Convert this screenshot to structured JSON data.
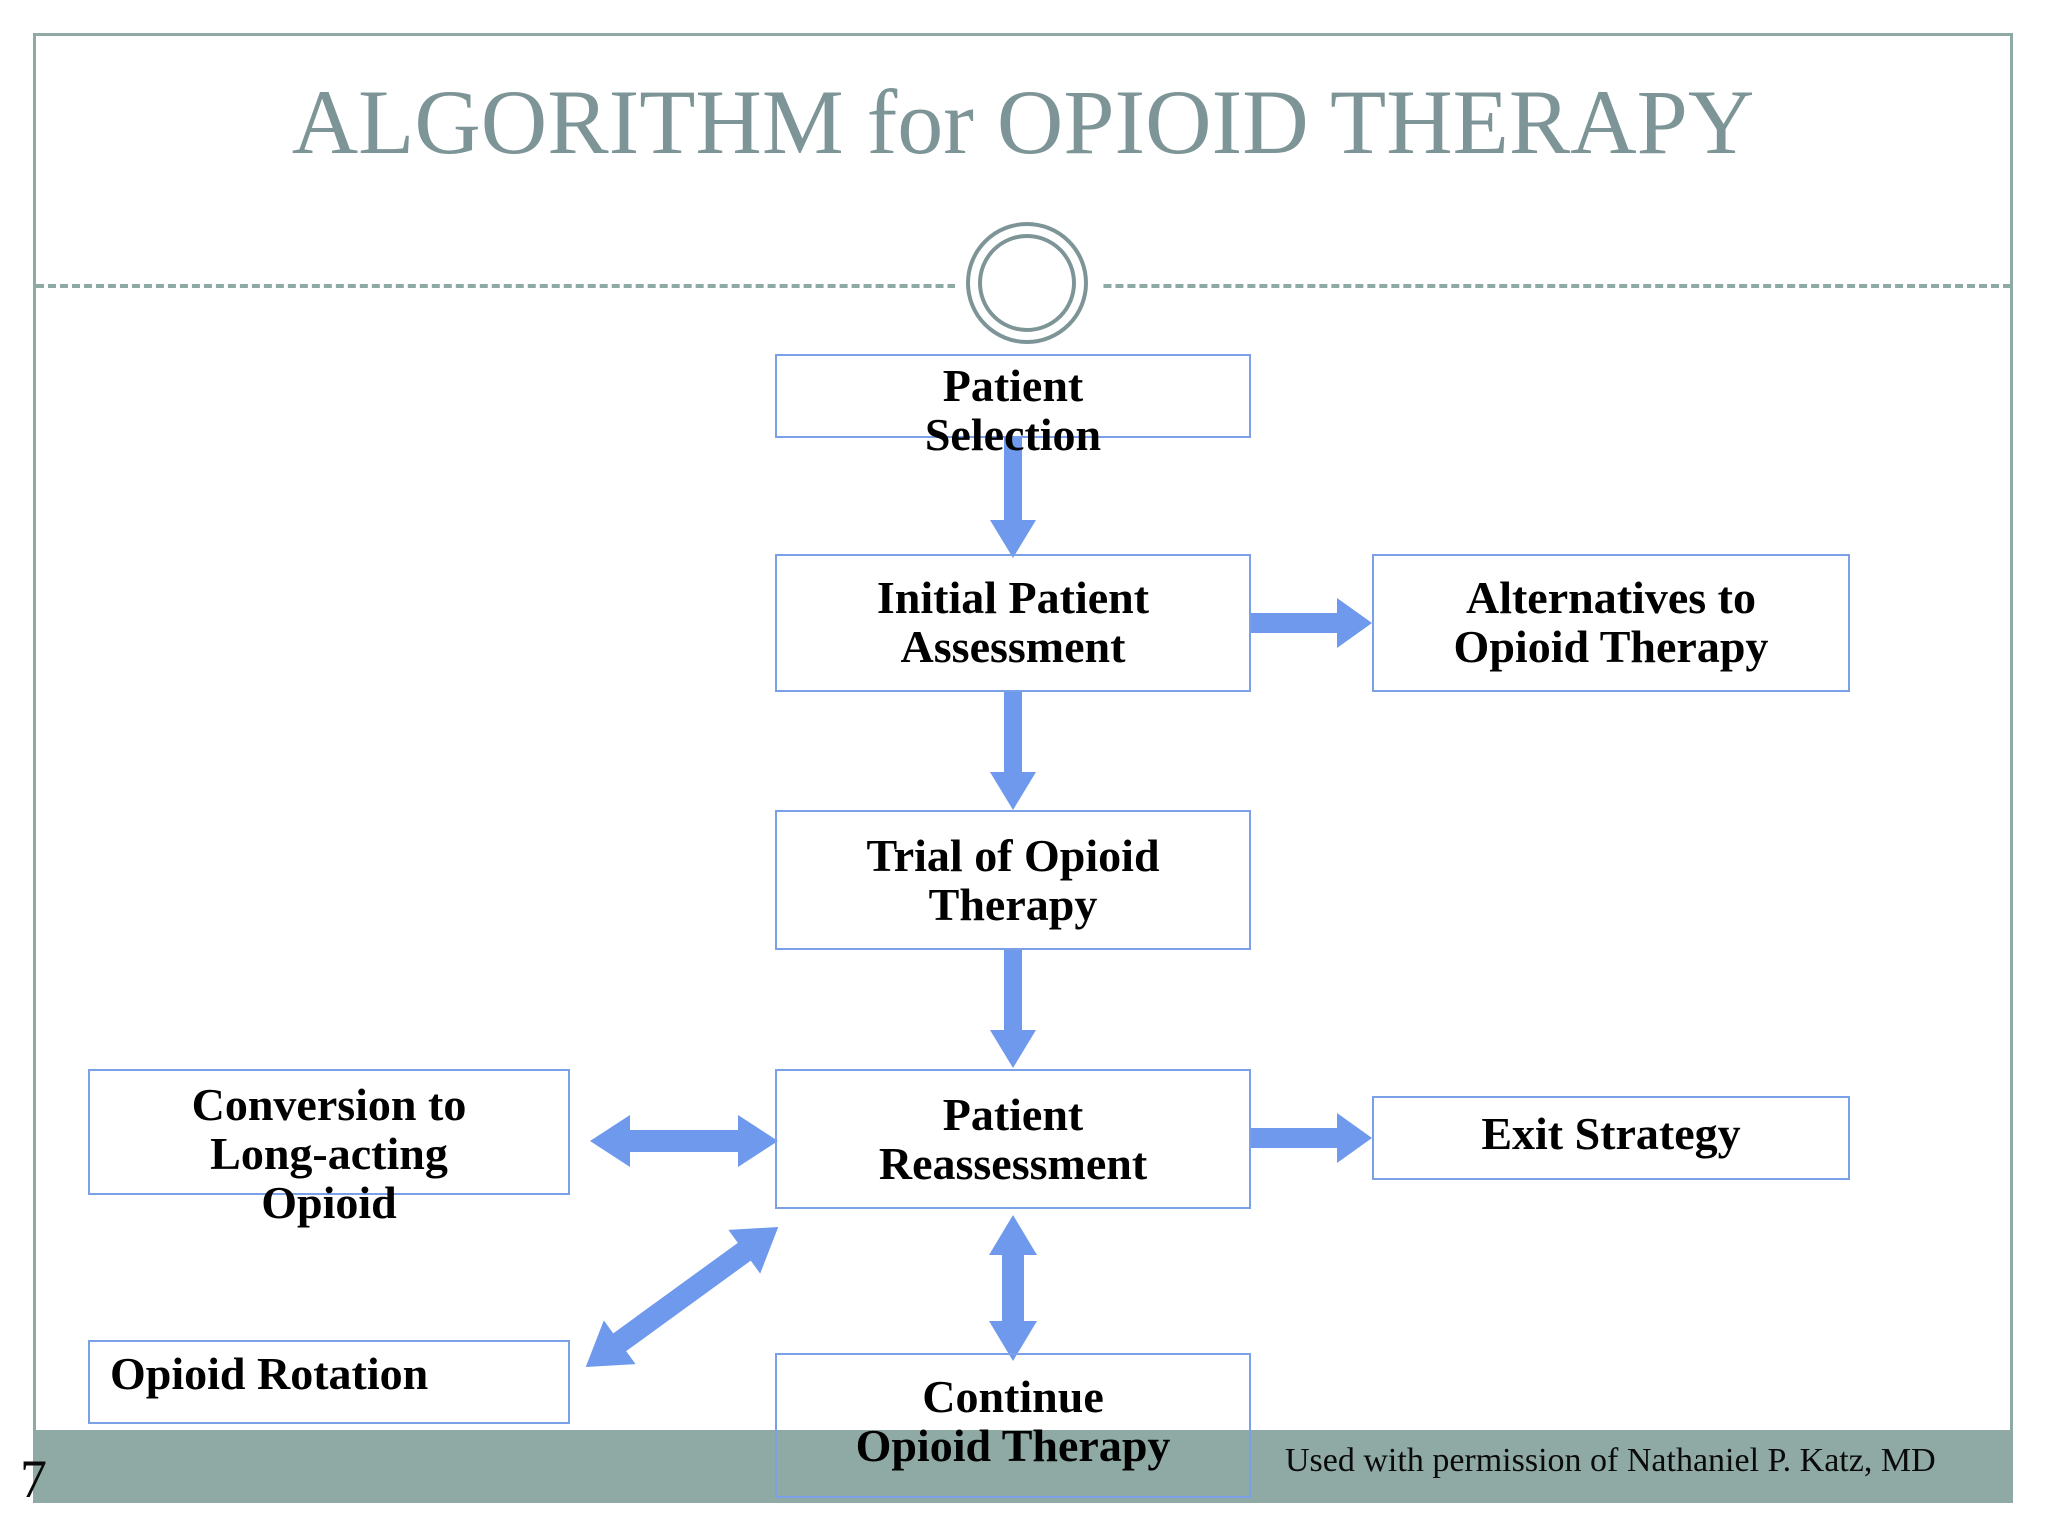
{
  "slide": {
    "title": "ALGORITHM for OPIOID THERAPY",
    "page_number": "7",
    "credit": "Used with permission of Nathaniel P. Katz, MD",
    "accent_color": "#7e9597",
    "footer_color": "#8fa9a4",
    "box_border_color": "#7aa0e8",
    "arrow_color": "#6e99ec"
  },
  "diagram": {
    "type": "flowchart",
    "nodes": [
      {
        "id": "patient-selection",
        "label": "Patient\nSelection"
      },
      {
        "id": "initial-assessment",
        "label": "Initial Patient\nAssessment"
      },
      {
        "id": "alternatives",
        "label": "Alternatives to\nOpioid Therapy"
      },
      {
        "id": "trial",
        "label": "Trial of Opioid\nTherapy"
      },
      {
        "id": "conversion",
        "label": "Conversion to\nLong-acting\nOpioid"
      },
      {
        "id": "reassessment",
        "label": "Patient\nReassessment"
      },
      {
        "id": "exit",
        "label": "Exit Strategy"
      },
      {
        "id": "rotation",
        "label": "Opioid Rotation"
      },
      {
        "id": "continue",
        "label": "Continue\nOpioid Therapy"
      }
    ],
    "edges": [
      {
        "from": "patient-selection",
        "to": "initial-assessment",
        "style": "single-down"
      },
      {
        "from": "initial-assessment",
        "to": "alternatives",
        "style": "single-right"
      },
      {
        "from": "initial-assessment",
        "to": "trial",
        "style": "single-down"
      },
      {
        "from": "trial",
        "to": "reassessment",
        "style": "single-down"
      },
      {
        "from": "conversion",
        "to": "reassessment",
        "style": "double-horizontal"
      },
      {
        "from": "reassessment",
        "to": "exit",
        "style": "single-right"
      },
      {
        "from": "reassessment",
        "to": "continue",
        "style": "double-vertical"
      },
      {
        "from": "rotation",
        "to": "reassessment",
        "style": "double-diagonal"
      }
    ]
  }
}
